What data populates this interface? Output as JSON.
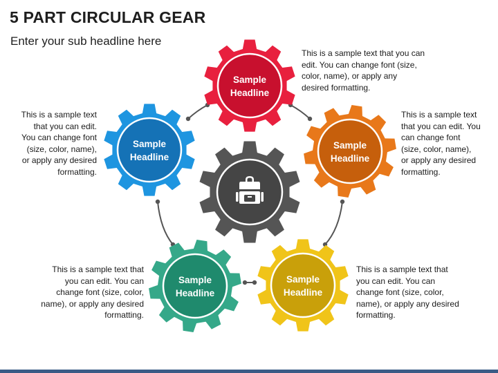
{
  "title": "5 PART CIRCULAR GEAR",
  "subtitle": "Enter your sub headline here",
  "center_gear": {
    "icon": "backpack-icon",
    "color": "#555555",
    "inner_color": "#454545"
  },
  "gears": [
    {
      "id": "red",
      "line1": "Sample",
      "line2": "Headline",
      "color": "#e8203e",
      "inner_color": "#c8102e",
      "note": "This is a sample text that you can edit. You can change font (size, color, name), or apply any desired formatting."
    },
    {
      "id": "orange",
      "line1": "Sample",
      "line2": "Headline",
      "color": "#e8781a",
      "inner_color": "#c65f0c",
      "note": "This is a sample text that you can edit. You can change font (size, color, name), or apply any desired formatting."
    },
    {
      "id": "yellow",
      "line1": "Sample",
      "line2": "Headline",
      "color": "#f0c419",
      "inner_color": "#c9a00a",
      "note": "This is a sample text that you can edit. You can change font (size, color, name), or apply any desired formatting."
    },
    {
      "id": "teal",
      "line1": "Sample",
      "line2": "Headline",
      "color": "#35a889",
      "inner_color": "#1f8a6d",
      "note": "This is a sample text that you can edit. You can change font (size, color, name), or apply any desired formatting."
    },
    {
      "id": "blue",
      "line1": "Sample",
      "line2": "Headline",
      "color": "#1e95e0",
      "inner_color": "#1572b6",
      "note": "This is a sample text that you can edit. You can change font (size, color, name), or apply any desired formatting."
    }
  ],
  "connector_color": "#555555",
  "bar_color": "#3a5b86"
}
